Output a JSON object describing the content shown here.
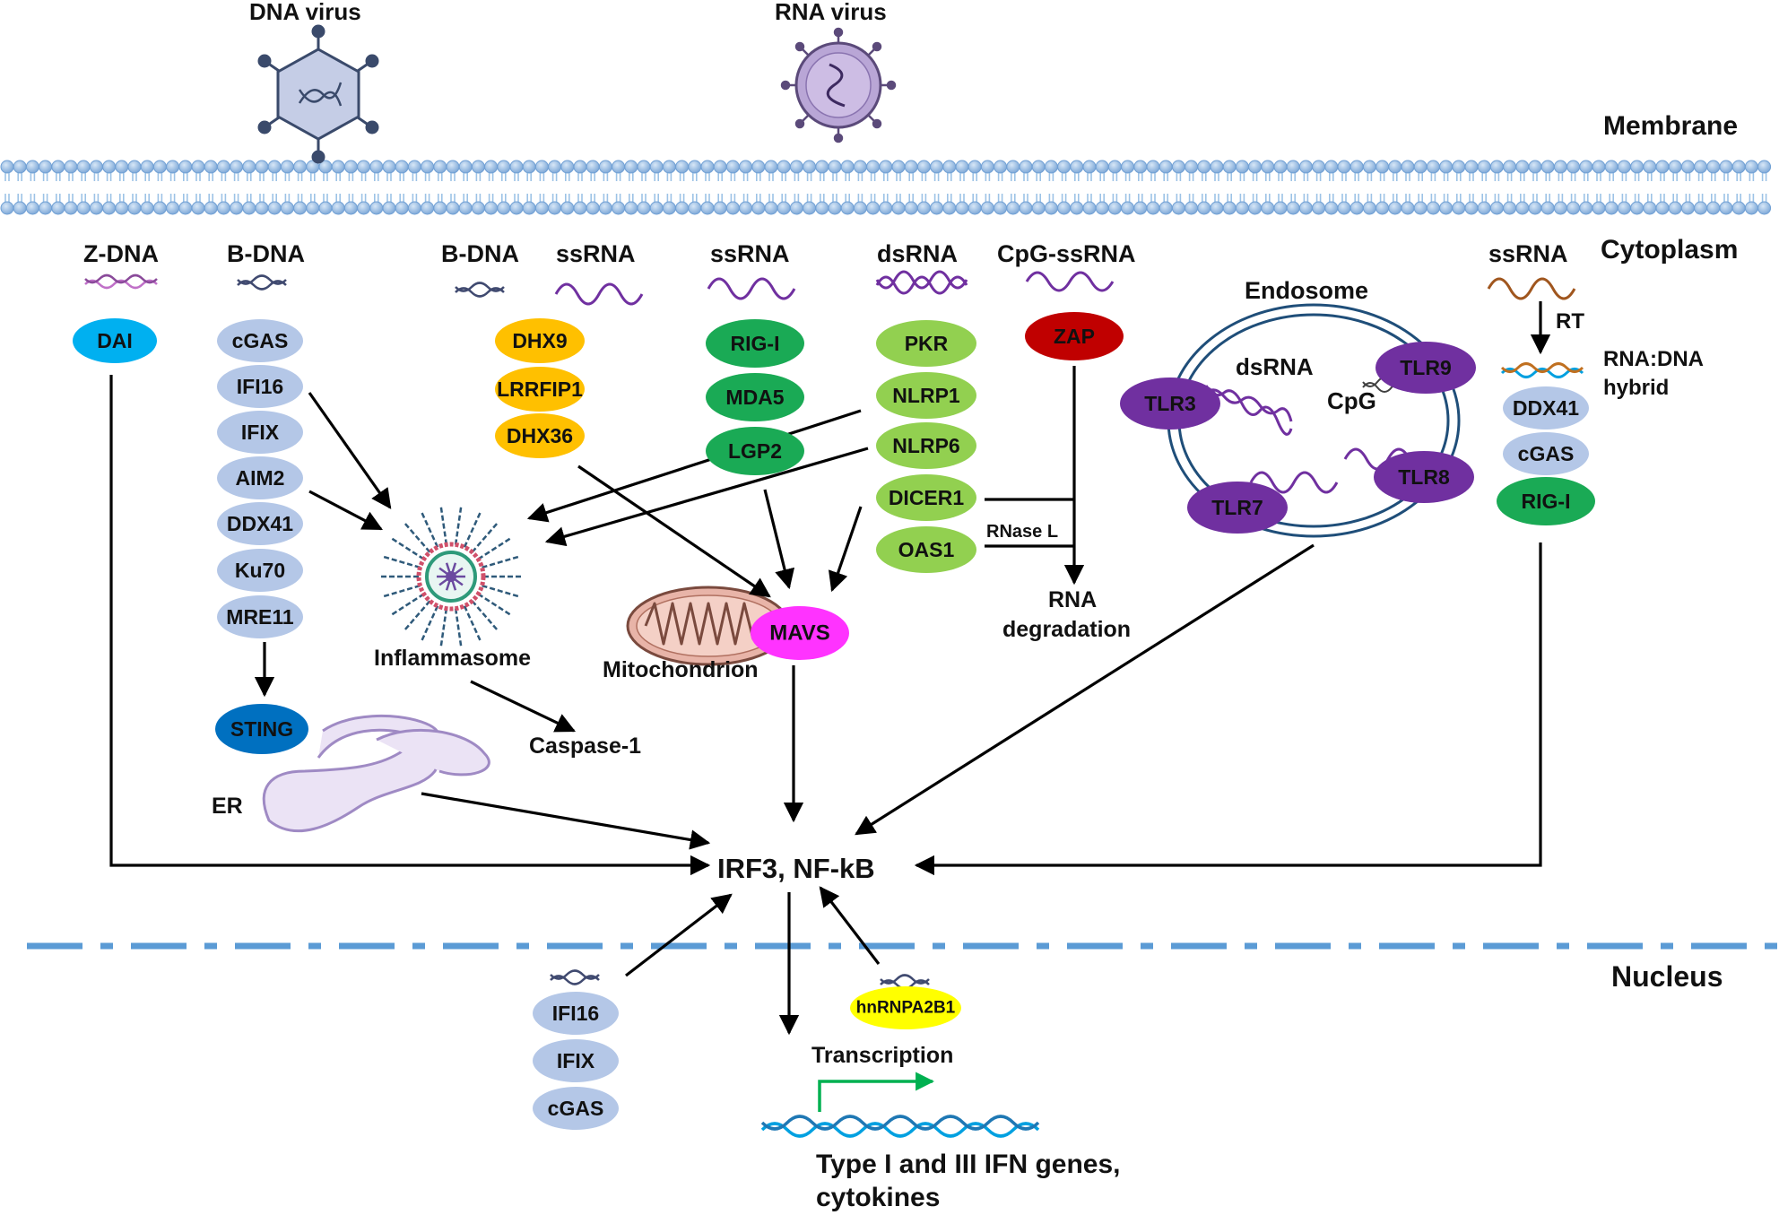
{
  "colors": {
    "lavender": "#b4c7e7",
    "yellow": "#ffc000",
    "dark_green": "#1aaa55",
    "light_green": "#92d050",
    "red": "#c00000",
    "purple": "#7030a0",
    "cyan": "#00b0f0",
    "dark_blue": "#0070c0",
    "magenta": "#ff33ff",
    "bright_yellow": "#ffff00",
    "membrane": "#9dc3e6",
    "nucleus_line": "#5b9bd5",
    "transcription_arrow": "#00b050"
  },
  "header": {
    "dna_virus": "DNA virus",
    "rna_virus": "RNA virus",
    "membrane": "Membrane",
    "cytoplasm": "Cytoplasm",
    "nucleus": "Nucleus"
  },
  "ligands": {
    "z_dna": "Z-DNA",
    "b_dna_1": "B-DNA",
    "b_dna_2": "B-DNA",
    "ssrna_1": "ssRNA",
    "ssrna_2": "ssRNA",
    "dsrna": "dsRNA",
    "cpg_ssrna": "CpG-ssRNA",
    "ssrna_3": "ssRNA"
  },
  "sensors": {
    "dai": "DAI",
    "cgas_1": "cGAS",
    "ifi16_1": "IFI16",
    "ifix_1": "IFIX",
    "aim2": "AIM2",
    "ddx41_1": "DDX41",
    "ku70": "Ku70",
    "mre11": "MRE11",
    "sting": "STING",
    "dhx9": "DHX9",
    "lrrfip1": "LRRFIP1",
    "dhx36": "DHX36",
    "rigi_1": "RIG-I",
    "mda5": "MDA5",
    "lgp2": "LGP2",
    "pkr": "PKR",
    "nlrp1": "NLRP1",
    "nlrp6": "NLRP6",
    "dicer1": "DICER1",
    "oas1": "OAS1",
    "zap": "ZAP",
    "tlr3": "TLR3",
    "tlr9": "TLR9",
    "tlr7": "TLR7",
    "tlr8": "TLR8",
    "ddx41_2": "DDX41",
    "cgas_2": "cGAS",
    "rigi_2": "RIG-I",
    "mavs": "MAVS",
    "ifi16_2": "IFI16",
    "ifix_2": "IFIX",
    "cgas_3": "cGAS",
    "hnrnpa2b1": "hnRNPA2B1"
  },
  "labels": {
    "endosome": "Endosome",
    "endo_dsrna": "dsRNA",
    "endo_cpg": "CpG",
    "rt": "RT",
    "hybrid_1": "RNA:DNA",
    "hybrid_2": "hybrid",
    "inflammasome": "Inflammasome",
    "caspase1": "Caspase-1",
    "er": "ER",
    "mitochondrion": "Mitochondrion",
    "rnase_l": "RNase L",
    "rna_deg_1": "RNA",
    "rna_deg_2": "degradation",
    "irf3_nfkb": "IRF3, NF-kB",
    "transcription": "Transcription",
    "ifn_genes_1": "Type I and III IFN genes,",
    "ifn_genes_2": "cytokines"
  }
}
